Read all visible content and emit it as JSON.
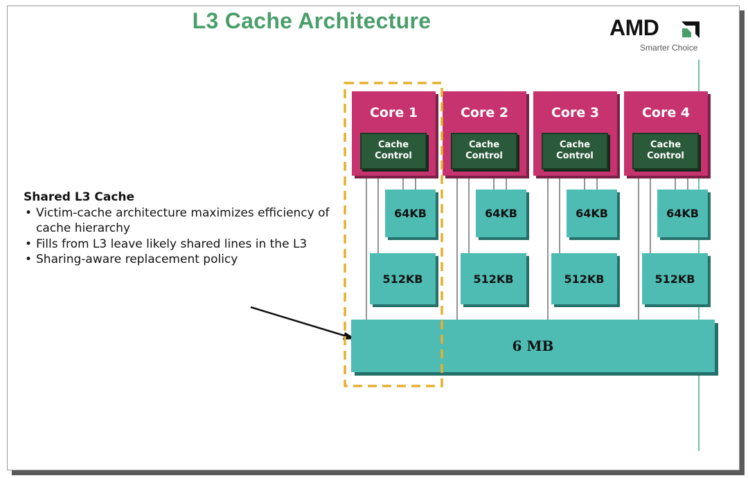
{
  "title": "L3 Cache Architecture",
  "logo": {
    "text": "AMD",
    "tagline": "Smarter Choice",
    "mark": "amd-arrow-logo"
  },
  "bullets": {
    "heading": "Shared L3 Cache",
    "items": [
      "Victim-cache architecture maximizes efficiency of cache hierarchy",
      "Fills from L3 leave likely shared lines in the L3",
      "Sharing-aware replacement policy"
    ]
  },
  "cores": [
    {
      "name": "Core 1",
      "control": "Cache Control",
      "l1": "64KB",
      "l2": "512KB"
    },
    {
      "name": "Core 2",
      "control": "Cache Control",
      "l1": "64KB",
      "l2": "512KB"
    },
    {
      "name": "Core 3",
      "control": "Cache Control",
      "l1": "64KB",
      "l2": "512KB"
    },
    {
      "name": "Core 4",
      "control": "Cache Control",
      "l1": "64KB",
      "l2": "512KB"
    }
  ],
  "l3": "6 MB",
  "colors": {
    "title": "#4a9e6b",
    "core": "#c6336e",
    "cache_control": "#2b5a3b",
    "cache": "#4fbcb3",
    "highlight": "#e6b030",
    "accent_line": "#6fc3a3"
  }
}
